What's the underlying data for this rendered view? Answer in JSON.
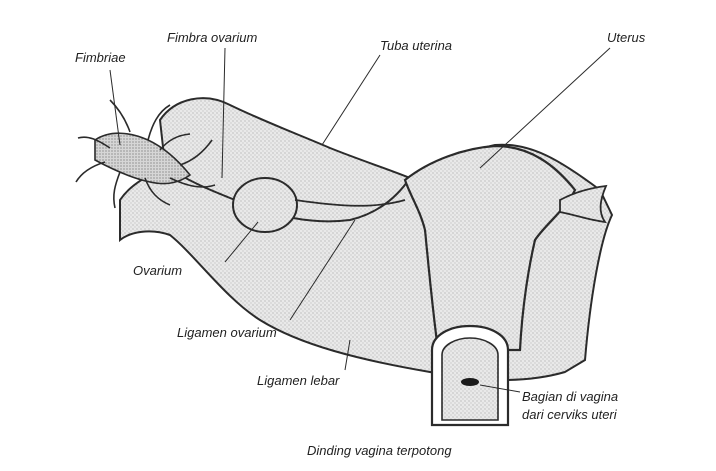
{
  "labels": {
    "fimbriae": "Fimbriae",
    "fimbria_ovarium": "Fimbra ovarium",
    "tuba_uterina": "Tuba uterina",
    "uterus": "Uterus",
    "ovarium": "Ovarium",
    "ligamen_ovarium": "Ligamen ovarium",
    "ligamen_lebar": "Ligamen lebar",
    "cervix_line1": "Bagian di vagina",
    "cervix_line2": "dari cerviks uteri",
    "dinding_vagina": "Dinding vagina terpotong"
  }
}
